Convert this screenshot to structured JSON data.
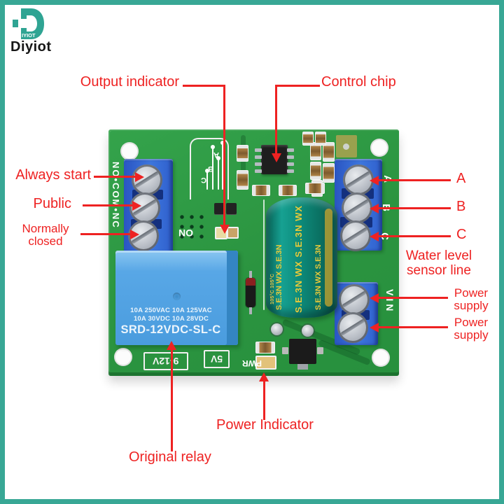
{
  "brand": {
    "logo_text": "IYIOT",
    "name": "Diyiot"
  },
  "annotations": {
    "output_indicator": "Output indicator",
    "control_chip": "Control chip",
    "always_start": "Always start",
    "public": "Public",
    "normally_closed": "Normally closed",
    "sensor_a": "A",
    "sensor_b": "B",
    "sensor_c": "C",
    "water_level_sensor_line": "Water level sensor line",
    "power_supply_top": "Power supply",
    "power_supply_bottom": "Power supply",
    "power_indicator": "Power Indicator",
    "original_relay": "Original relay"
  },
  "pcb": {
    "relay": {
      "rating_line1": "10A 250VAC  10A 125VAC",
      "rating_line2": "10A  30VDC   10A  28VDC",
      "model": "SRD-12VDC-SL-C"
    },
    "silkscreen": {
      "relay_terminals": "NO•COM•NC",
      "sensor_terminals": [
        "A",
        "B",
        "C"
      ],
      "power_terminal": "VIN",
      "relay_voltage": "9-12V",
      "logic_voltage": "5V",
      "power_led": "PWR",
      "output_led": "ON",
      "sensor_pads": [
        "A",
        "B",
        "C"
      ]
    },
    "capacitor": {
      "marking": "S.E.3N WX  S.E.3N WX",
      "marking2": "S.E.3N WX  S.E.3N",
      "temp": "105°C  105°C"
    }
  },
  "colors": {
    "accent_red": "#ee2222",
    "frame_teal": "#38a795",
    "pcb_green": "#2e9a44",
    "terminal_blue": "#3567d2",
    "relay_blue": "#58a7e6",
    "capacitor_teal": "#0d8a7a"
  }
}
